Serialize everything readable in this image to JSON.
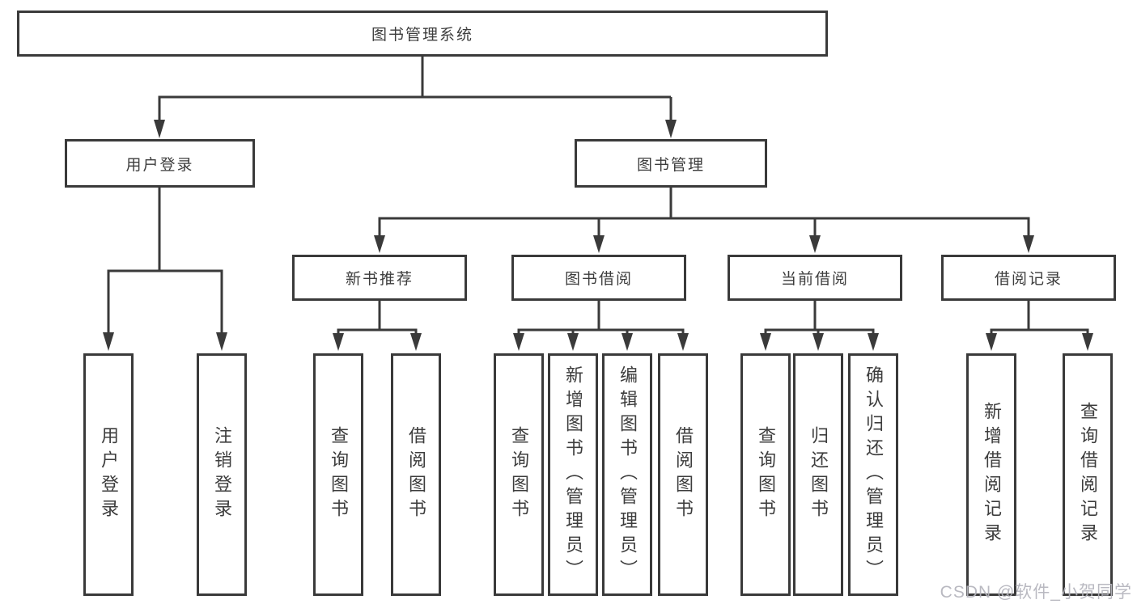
{
  "colors": {
    "line": "#3a3a3a",
    "box_border": "#3a3a3a",
    "text": "#3d3d3d",
    "background": "#ffffff",
    "watermark": "#b4b4bc"
  },
  "tree": {
    "root": {
      "label": "图书管理系统"
    },
    "children": [
      {
        "label": "用户登录",
        "children": [
          {
            "label": "用户登录"
          },
          {
            "label": "注销登录"
          }
        ]
      },
      {
        "label": "图书管理",
        "children": [
          {
            "label": "新书推荐",
            "children": [
              {
                "label": "查询图书"
              },
              {
                "label": "借阅图书"
              }
            ]
          },
          {
            "label": "图书借阅",
            "children": [
              {
                "label": "查询图书"
              },
              {
                "label": "新增图书（管理员）"
              },
              {
                "label": "编辑图书（管理员）"
              },
              {
                "label": "借阅图书"
              }
            ]
          },
          {
            "label": "当前借阅",
            "children": [
              {
                "label": "查询图书"
              },
              {
                "label": "归还图书"
              },
              {
                "label": "确认归还（管理员）"
              }
            ]
          },
          {
            "label": "借阅记录",
            "children": [
              {
                "label": "新增借阅记录"
              },
              {
                "label": "查询借阅记录"
              }
            ]
          }
        ]
      }
    ]
  },
  "watermark": {
    "text": "CSDN @软件_小贺同学"
  }
}
